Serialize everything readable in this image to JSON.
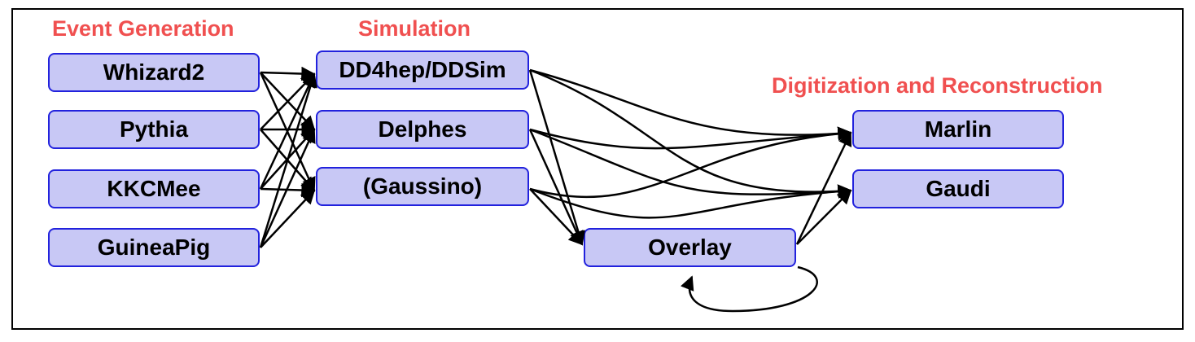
{
  "headings": {
    "event_generation": "Event Generation",
    "simulation": "Simulation",
    "digitization": "Digitization and Reconstruction"
  },
  "generators": [
    "Whizard2",
    "Pythia",
    "KKCMee",
    "GuineaPig"
  ],
  "simulators": [
    "DD4hep/DDSim",
    "Delphes",
    "(Gaussino)"
  ],
  "reconstruction": [
    "Marlin",
    "Gaudi"
  ],
  "overlay": "Overlay",
  "colors": {
    "heading": "#f05050",
    "box_fill": "#c8c8f5",
    "box_border": "#2222dd",
    "arrow": "#000000"
  }
}
